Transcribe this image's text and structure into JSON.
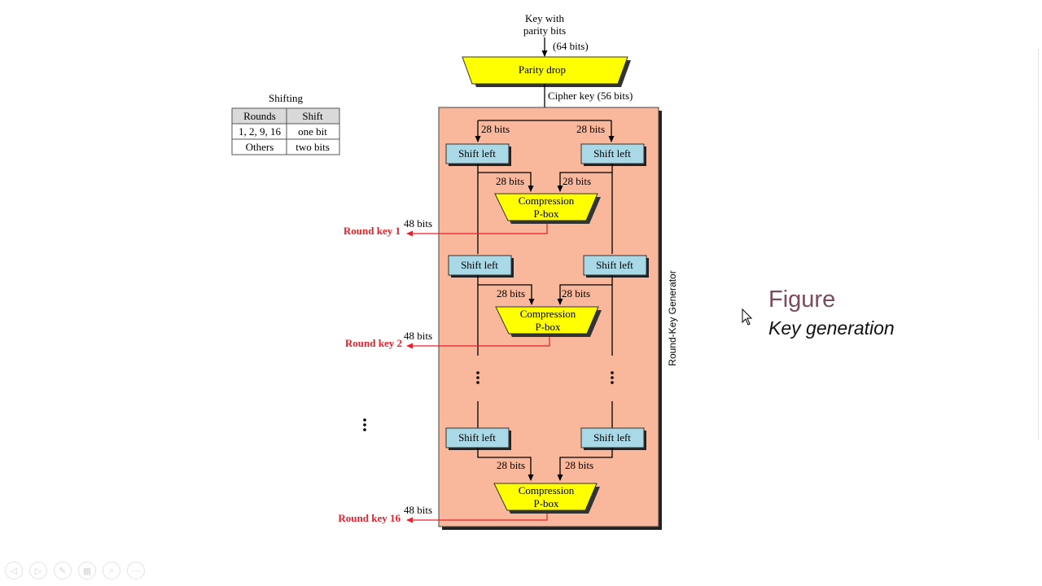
{
  "diagram": {
    "key_input": "Key with",
    "key_input_2": "parity bits",
    "key_bits": "(64 bits)",
    "parity_drop": "Parity drop",
    "cipher_key": "Cipher key (56 bits)",
    "bits28": "28 bits",
    "bits48": "48 bits",
    "shift_left": "Shift left",
    "compression_1": "Compression",
    "compression_2": "P-box",
    "round_key_1": "Round key 1",
    "round_key_2": "Round key 2",
    "round_key_16": "Round key 16",
    "generator_label": "Round-Key Generator"
  },
  "shifting_table": {
    "title": "Shifting",
    "headers": [
      "Rounds",
      "Shift"
    ],
    "rows": [
      [
        "1, 2, 9, 16",
        "one bit"
      ],
      [
        "Others",
        "two bits"
      ]
    ]
  },
  "figure": {
    "title": "Figure",
    "subtitle": "Key generation"
  },
  "controls": [
    {
      "name": "previous-slide-button",
      "glyph": "◁"
    },
    {
      "name": "next-slide-button",
      "glyph": "▷"
    },
    {
      "name": "pen-tool-button",
      "glyph": "✎"
    },
    {
      "name": "slides-grid-button",
      "glyph": "▦"
    },
    {
      "name": "zoom-button",
      "glyph": "⌕"
    },
    {
      "name": "more-options-button",
      "glyph": "⋯"
    }
  ],
  "colors": {
    "generator_fill": "#f9b79b",
    "parity_fill": "#ffff00",
    "shift_fill": "#a9d9e6",
    "compression_fill": "#ffff00",
    "round_key_red": "#e8202a",
    "figure_title": "#7a4a5e"
  }
}
